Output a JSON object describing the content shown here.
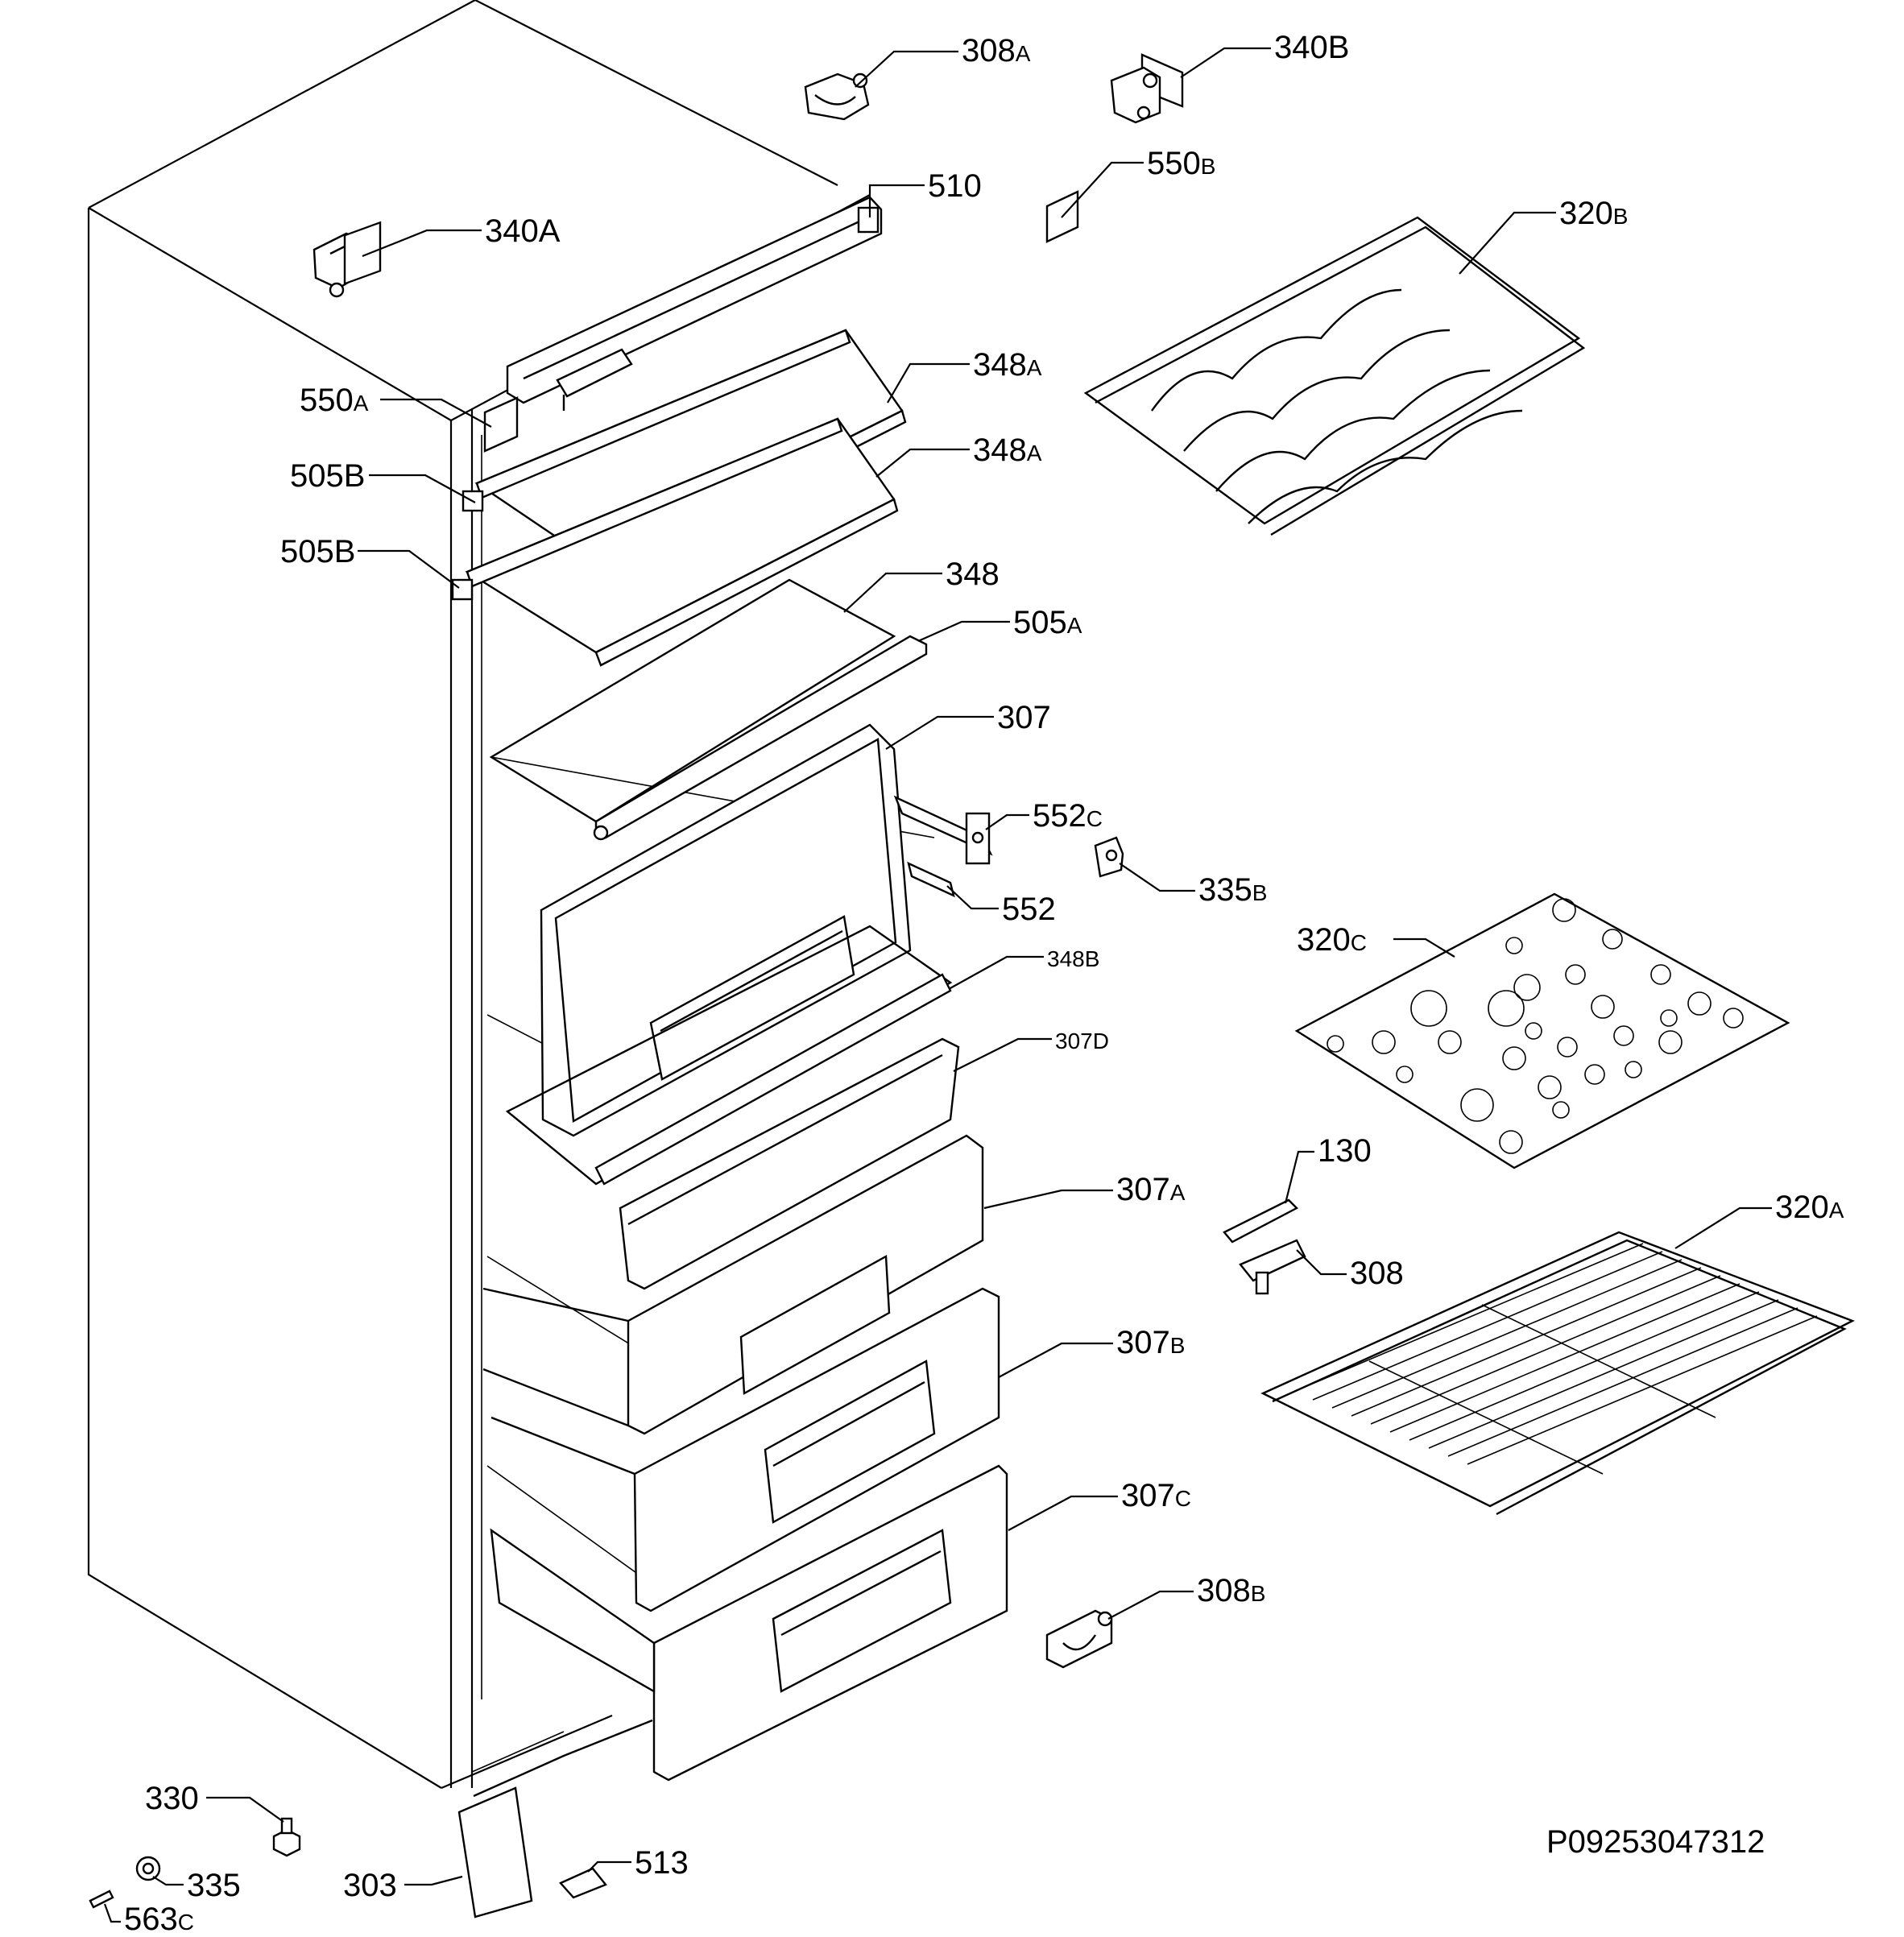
{
  "diagram": {
    "drawing_code": "P09253047312",
    "callouts": [
      {
        "id": "c308a",
        "num": "308",
        "sub": "A"
      },
      {
        "id": "c340b",
        "num": "340B",
        "sub": ""
      },
      {
        "id": "c510",
        "num": "510",
        "sub": ""
      },
      {
        "id": "c550b",
        "num": "550",
        "sub": "B"
      },
      {
        "id": "c340a",
        "num": "340A",
        "sub": ""
      },
      {
        "id": "c320b",
        "num": "320",
        "sub": "B"
      },
      {
        "id": "c550a",
        "num": "550",
        "sub": "A"
      },
      {
        "id": "c348a1",
        "num": "348",
        "sub": "A"
      },
      {
        "id": "c505b1",
        "num": "505B",
        "sub": ""
      },
      {
        "id": "c348a2",
        "num": "348",
        "sub": "A"
      },
      {
        "id": "c505b2",
        "num": "505B",
        "sub": ""
      },
      {
        "id": "c348",
        "num": "348",
        "sub": ""
      },
      {
        "id": "c505a",
        "num": "505",
        "sub": "A"
      },
      {
        "id": "c307",
        "num": "307",
        "sub": ""
      },
      {
        "id": "c552c",
        "num": "552",
        "sub": "C"
      },
      {
        "id": "c335b",
        "num": "335",
        "sub": "B"
      },
      {
        "id": "c552",
        "num": "552",
        "sub": ""
      },
      {
        "id": "c320c",
        "num": "320",
        "sub": "C"
      },
      {
        "id": "c348b",
        "num": "348B",
        "sub": ""
      },
      {
        "id": "c307d",
        "num": "307",
        "sub": "D"
      },
      {
        "id": "c130",
        "num": "130",
        "sub": ""
      },
      {
        "id": "c307a",
        "num": "307",
        "sub": "A"
      },
      {
        "id": "c320a",
        "num": "320",
        "sub": "A"
      },
      {
        "id": "c308",
        "num": "308",
        "sub": ""
      },
      {
        "id": "c307b",
        "num": "307",
        "sub": "B"
      },
      {
        "id": "c307c",
        "num": "307",
        "sub": "C"
      },
      {
        "id": "c308b",
        "num": "308",
        "sub": "B"
      },
      {
        "id": "c330",
        "num": "330",
        "sub": ""
      },
      {
        "id": "c513",
        "num": "513",
        "sub": ""
      },
      {
        "id": "c335",
        "num": "335",
        "sub": ""
      },
      {
        "id": "c303",
        "num": "303",
        "sub": ""
      },
      {
        "id": "c563c",
        "num": "563",
        "sub": "C"
      }
    ]
  }
}
